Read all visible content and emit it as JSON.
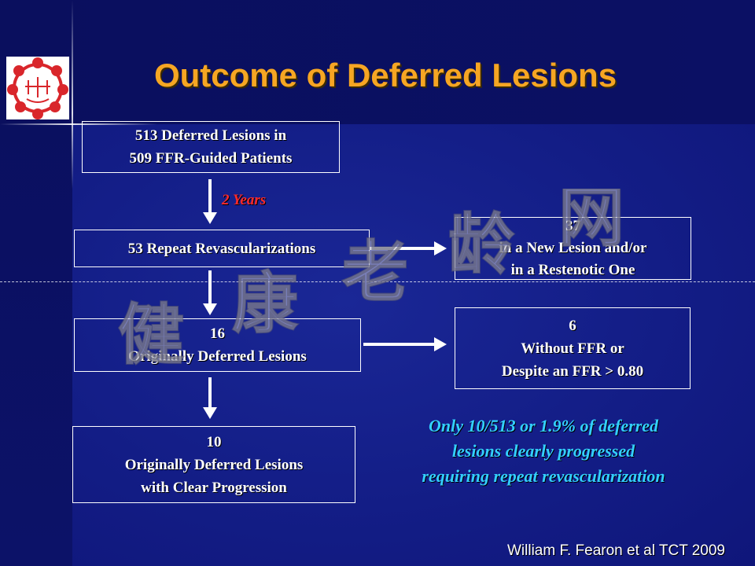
{
  "slide": {
    "title": "Outcome of Deferred Lesions",
    "citation": "William F. Fearon et al TCT 2009",
    "colors": {
      "background": "#131d86",
      "title": "#f6a623",
      "box_border": "#ffffff",
      "years_label": "#ff2a2a",
      "note": "#33d0ff",
      "logo_red": "#d9262b"
    }
  },
  "logo": {
    "icon": "hospital-logo-icon"
  },
  "watermark": {
    "chars": [
      "健",
      "康",
      "老",
      "龄",
      "网"
    ]
  },
  "flow": {
    "box1": {
      "line1": "513 Deferred Lesions in",
      "line2": "509 FFR-Guided Patients"
    },
    "years_label": "2 Years",
    "box2": {
      "line1": "53 Repeat Revascularizations"
    },
    "box3": {
      "line1": "37",
      "line2": "in a New Lesion and/or",
      "line3": "in a Restenotic One"
    },
    "box4": {
      "line1": "16",
      "line2": "Originally Deferred Lesions"
    },
    "box5": {
      "line1": "6",
      "line2": "Without FFR or",
      "line3": "Despite an FFR > 0.80"
    },
    "box6": {
      "line1": "10",
      "line2": "Originally Deferred Lesions",
      "line3": "with Clear Progression"
    }
  },
  "note": {
    "line1": "Only 10/513 or 1.9% of deferred",
    "line2": "lesions clearly progressed",
    "line3": "requiring repeat revascularization"
  }
}
